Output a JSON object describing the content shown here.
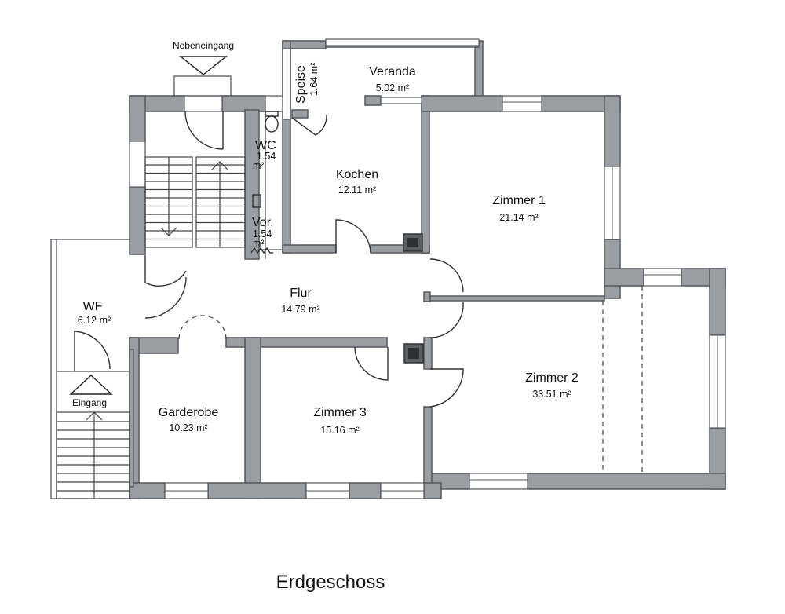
{
  "title": "Erdgeschoss",
  "labels": {
    "nebeneingang": "Nebeneingang",
    "eingang": "Eingang"
  },
  "rooms": {
    "veranda": {
      "name": "Veranda",
      "area": "5.02 m²"
    },
    "speise": {
      "name": "Speise",
      "area": "1.64 m²"
    },
    "kochen": {
      "name": "Kochen",
      "area": "12.11 m²"
    },
    "zimmer1": {
      "name": "Zimmer 1",
      "area": "21.14 m²"
    },
    "wc": {
      "name": "WC",
      "area_value": "1.54",
      "area_unit": "m²"
    },
    "vor": {
      "name": "Vor.",
      "area_value": "1.54",
      "area_unit": "m²"
    },
    "flur": {
      "name": "Flur",
      "area": "14.79 m²"
    },
    "wf": {
      "name": "WF",
      "area": "6.12 m²"
    },
    "garderobe": {
      "name": "Garderobe",
      "area": "10.23 m²"
    },
    "zimmer3": {
      "name": "Zimmer 3",
      "area": "15.16 m²"
    },
    "zimmer2": {
      "name": "Zimmer 2",
      "area": "33.51 m²"
    }
  }
}
